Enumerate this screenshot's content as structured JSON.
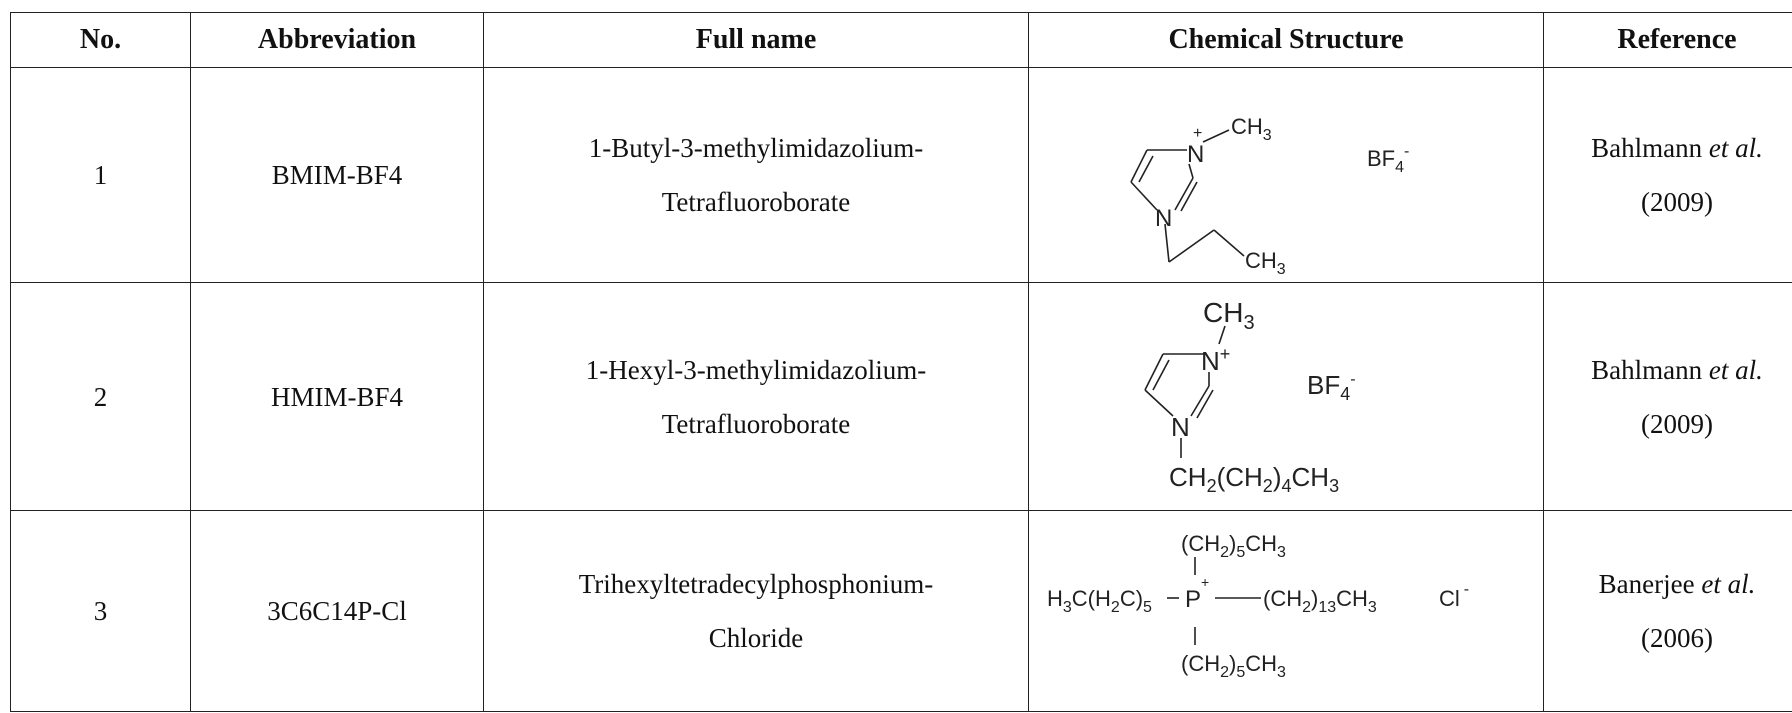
{
  "table": {
    "headers": {
      "no": "No.",
      "abbreviation": "Abbreviation",
      "full_name": "Full name",
      "structure": "Chemical Structure",
      "reference": "Reference"
    },
    "rows": [
      {
        "no": "1",
        "abbreviation": "BMIM-BF4",
        "full_name_line1": "1-Butyl-3-methylimidazolium-",
        "full_name_line2": "Tetrafluoroborate",
        "ref_author": "Bahlmann",
        "ref_etal": "et al.",
        "ref_year": "(2009)",
        "structure": {
          "n_plus": "N",
          "plus": "+",
          "n": "N",
          "methyl_ch": "CH",
          "methyl_sub": "3",
          "tail_ch": "CH",
          "tail_sub": "3",
          "anion_main": "BF",
          "anion_sub": "4",
          "anion_charge": "-"
        }
      },
      {
        "no": "2",
        "abbreviation": "HMIM-BF4",
        "full_name_line1": "1-Hexyl-3-methylimidazolium-",
        "full_name_line2": "Tetrafluoroborate",
        "ref_author": "Bahlmann",
        "ref_etal": "et al.",
        "ref_year": "(2009)",
        "structure": {
          "methyl_ch": "CH",
          "methyl_sub": "3",
          "n_plus": "N",
          "plus": "+",
          "n": "N",
          "chain_a": "CH",
          "chain_s1": "2",
          "chain_b": "(CH",
          "chain_s2": "2",
          "chain_c": ")",
          "chain_s3": "4",
          "chain_d": "CH",
          "chain_s4": "3",
          "anion_main": "BF",
          "anion_sub": "4",
          "anion_charge": "-"
        }
      },
      {
        "no": "3",
        "abbreviation": "3C6C14P-Cl",
        "full_name_line1": "Trihexyltetradecylphosphonium-",
        "full_name_line2": "Chloride",
        "ref_author": "Banerjee",
        "ref_etal": "et al.",
        "ref_year": "(2006)",
        "structure": {
          "top_a": "(CH",
          "top_s1": "2",
          "top_b": ")",
          "top_s2": "5",
          "top_c": "CH",
          "top_s3": "3",
          "left_a": "H",
          "left_s1": "3",
          "left_b": "C(H",
          "left_s2": "2",
          "left_c": "C)",
          "left_s3": "5",
          "p": "P",
          "plus": "+",
          "right_a": "(CH",
          "right_s1": "2",
          "right_b": ")",
          "right_s2": "13",
          "right_c": "CH",
          "right_s3": "3",
          "bottom_a": "(CH",
          "bottom_s1": "2",
          "bottom_b": ")",
          "bottom_s2": "5",
          "bottom_c": "CH",
          "bottom_s3": "3",
          "anion": "Cl",
          "anion_charge": "-"
        }
      }
    ]
  }
}
